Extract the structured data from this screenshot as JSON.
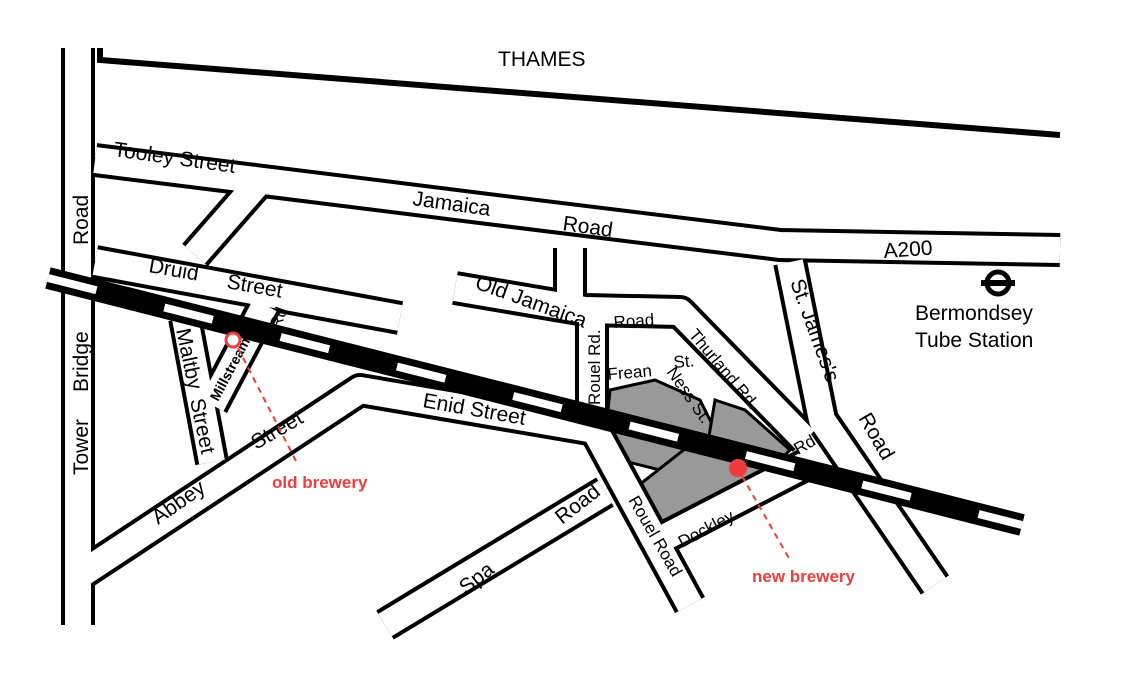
{
  "map": {
    "river": "THAMES",
    "streets": {
      "tooley": "Tooley Street",
      "jamaica": "Jamaica",
      "jamaica_road": "Road",
      "a200": "A200",
      "tower_road": "Road",
      "tower_bridge": "Bridge",
      "tower": "Tower",
      "druid": "Druid",
      "druid_street": "Street",
      "millstream_rd": "Rd",
      "millstream": "Millstream",
      "maltby": "Maltby",
      "maltby_street": "Street",
      "abbey": "Abbey",
      "abbey_street": "Street",
      "old_jamaica": "Old Jamaica",
      "enid": "Enid Street",
      "rouel_rd": "Rouel Rd.",
      "road_short": "Road",
      "frean": "Frean",
      "frean_st": "St.",
      "ness": "Ness St.",
      "thurland": "Thurland Rd.",
      "st_james": "St. James's",
      "st_james_rd": "Rd.",
      "st_james_road": "Road",
      "spa": "Spa",
      "spa_road": "Road",
      "rouel_road": "Rouel Road",
      "dockley": "Dockley"
    },
    "station": {
      "line1": "Bermondsey",
      "line2": "Tube Station",
      "icon": "underground-roundel-icon"
    },
    "markers": {
      "old": "old brewery",
      "new": "new brewery",
      "color": "#f03c3c"
    },
    "block_color": "#999999"
  }
}
